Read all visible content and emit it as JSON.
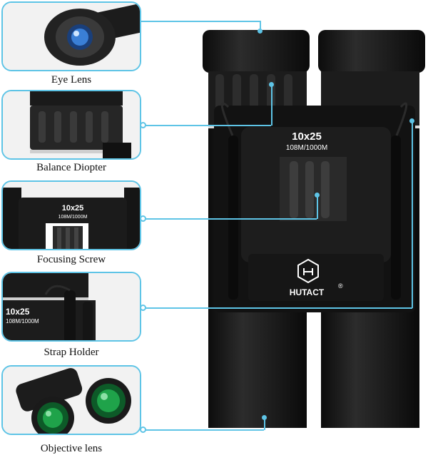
{
  "features": [
    {
      "id": "eye-lens",
      "label": "Eye Lens"
    },
    {
      "id": "balance-diopter",
      "label": "Balance Diopter"
    },
    {
      "id": "focusing-screw",
      "label": "Focusing Screw"
    },
    {
      "id": "strap-holder",
      "label": "Strap Holder"
    },
    {
      "id": "objective-lens",
      "label": "Objective lens"
    }
  ],
  "product": {
    "model": "10x25",
    "spec": "108M/1000M",
    "brand": "HUTACT",
    "trademark": "®"
  },
  "colors": {
    "accent": "#5ec4e6",
    "body": "#111111",
    "lens_green": "#1fa34a",
    "eyepiece_blue": "#3a7fd6"
  }
}
